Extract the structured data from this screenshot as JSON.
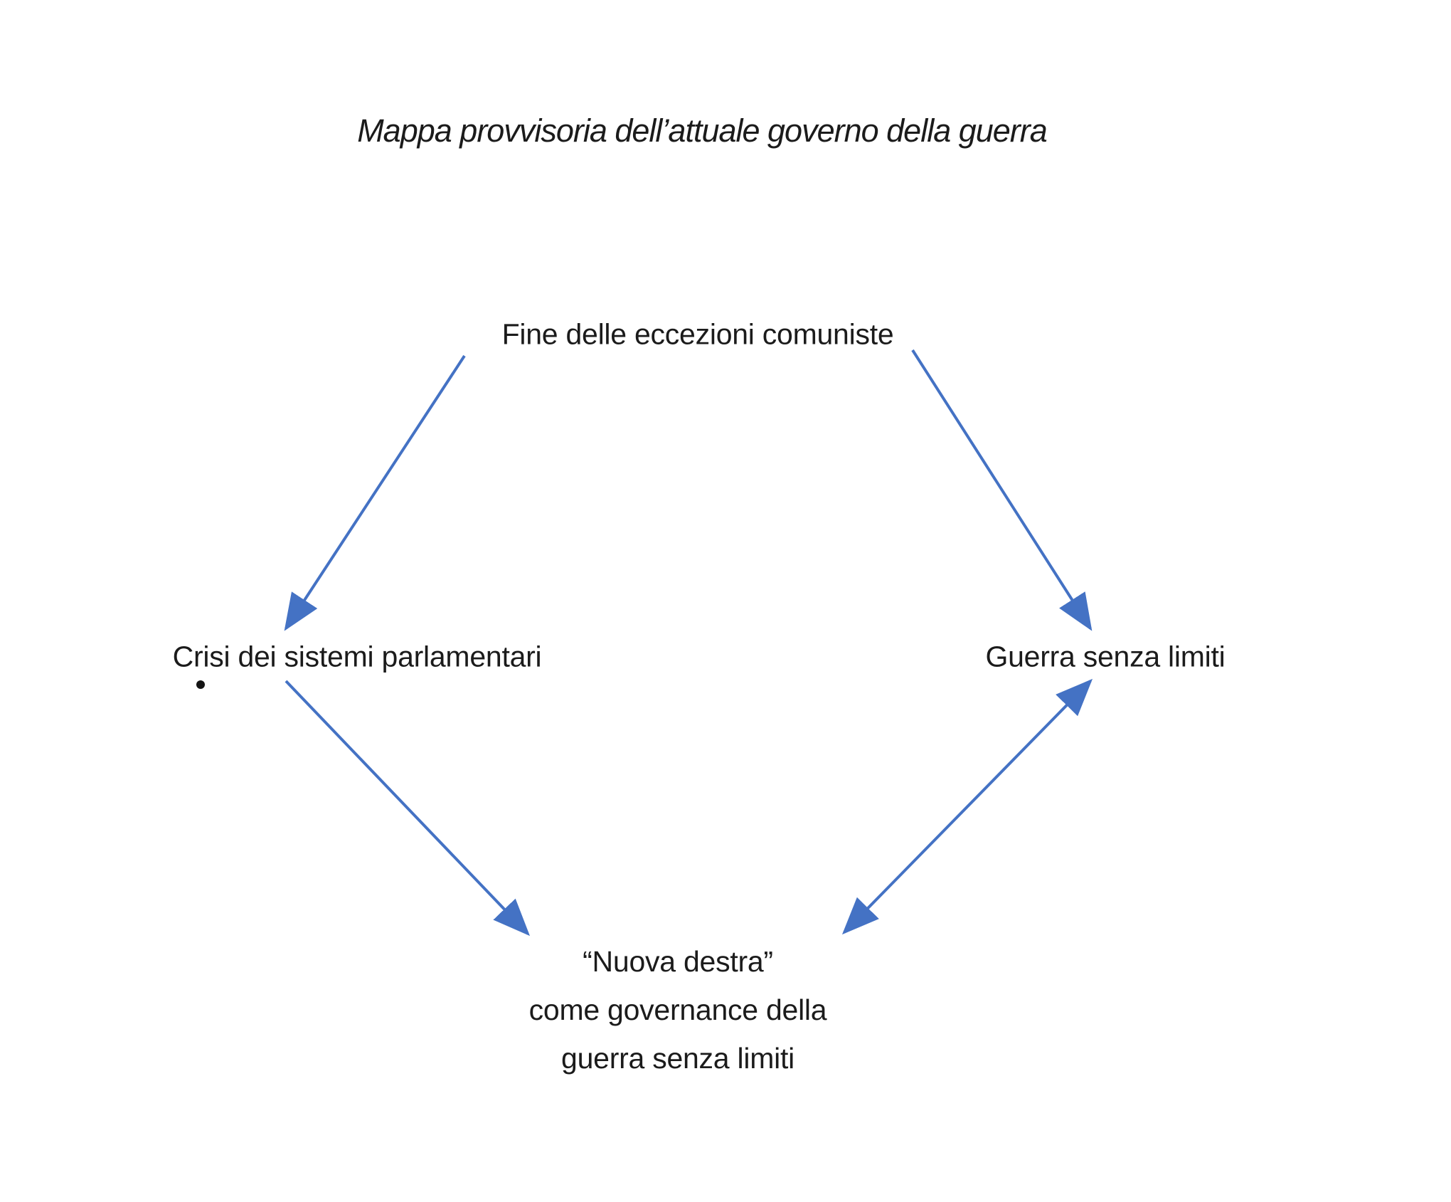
{
  "title": "Mappa provvisoria dell’attuale governo della guerra",
  "nodes": {
    "top": {
      "label": "Fine delle eccezioni comuniste"
    },
    "left": {
      "label": "Crisi dei sistemi parlamentari"
    },
    "right": {
      "label": "Guerra senza limiti"
    },
    "bottom": {
      "lines": [
        "“Nuova destra”",
        "come governance della",
        "guerra senza limiti"
      ]
    }
  },
  "arrows": [
    {
      "name": "arrow-top-to-left",
      "from": "top",
      "to": "left",
      "double": false
    },
    {
      "name": "arrow-top-to-right",
      "from": "top",
      "to": "right",
      "double": false
    },
    {
      "name": "arrow-left-to-bottom",
      "from": "left",
      "to": "bottom",
      "double": false
    },
    {
      "name": "arrow-bottom-right-bidirectional",
      "from": "bottom",
      "to": "right",
      "double": true
    }
  ],
  "colors": {
    "arrow": "#4472C4",
    "text": "#1b1b1b",
    "background": "#ffffff"
  }
}
